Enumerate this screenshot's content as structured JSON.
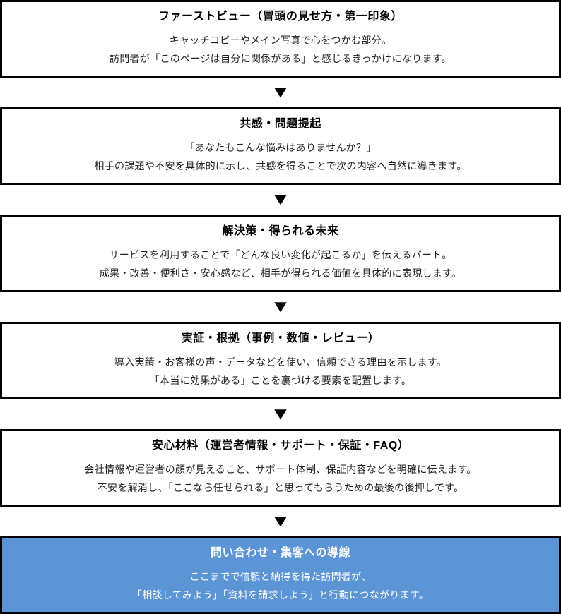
{
  "flow": {
    "accent_color": "#5B95D5",
    "border_color": "#000000",
    "arrow_glyph": "▼",
    "steps": [
      {
        "title": "ファーストビュー（冒頭の見せ方・第一印象）",
        "lines": [
          "キャッチコピーやメイン写真で心をつかむ部分。",
          "訪問者が「このページは自分に関係がある」と感じるきっかけになります。"
        ],
        "highlighted": false
      },
      {
        "title": "共感・問題提起",
        "lines": [
          "「あなたもこんな悩みはありませんか？」",
          "相手の課題や不安を具体的に示し、共感を得ることで次の内容へ自然に導きます。"
        ],
        "highlighted": false
      },
      {
        "title": "解決策・得られる未来",
        "lines": [
          "サービスを利用することで「どんな良い変化が起こるか」を伝えるパート。",
          "成果・改善・便利さ・安心感など、相手が得られる価値を具体的に表現します。"
        ],
        "highlighted": false
      },
      {
        "title": "実証・根拠（事例・数値・レビュー）",
        "lines": [
          "導入実績・お客様の声・データなどを使い、信頼できる理由を示します。",
          "「本当に効果がある」ことを裏づける要素を配置します。"
        ],
        "highlighted": false
      },
      {
        "title": "安心材料（運営者情報・サポート・保証・FAQ）",
        "lines": [
          "会社情報や運営者の顔が見えること、サポート体制、保証内容などを明確に伝えます。",
          "不安を解消し、「ここなら任せられる」と思ってもらうための最後の後押しです。"
        ],
        "highlighted": false
      },
      {
        "title": "問い合わせ・集客への導線",
        "lines": [
          "ここまでで信頼と納得を得た訪問者が、",
          "「相談してみよう」「資料を請求しよう」と行動につながります。"
        ],
        "highlighted": true
      }
    ]
  }
}
